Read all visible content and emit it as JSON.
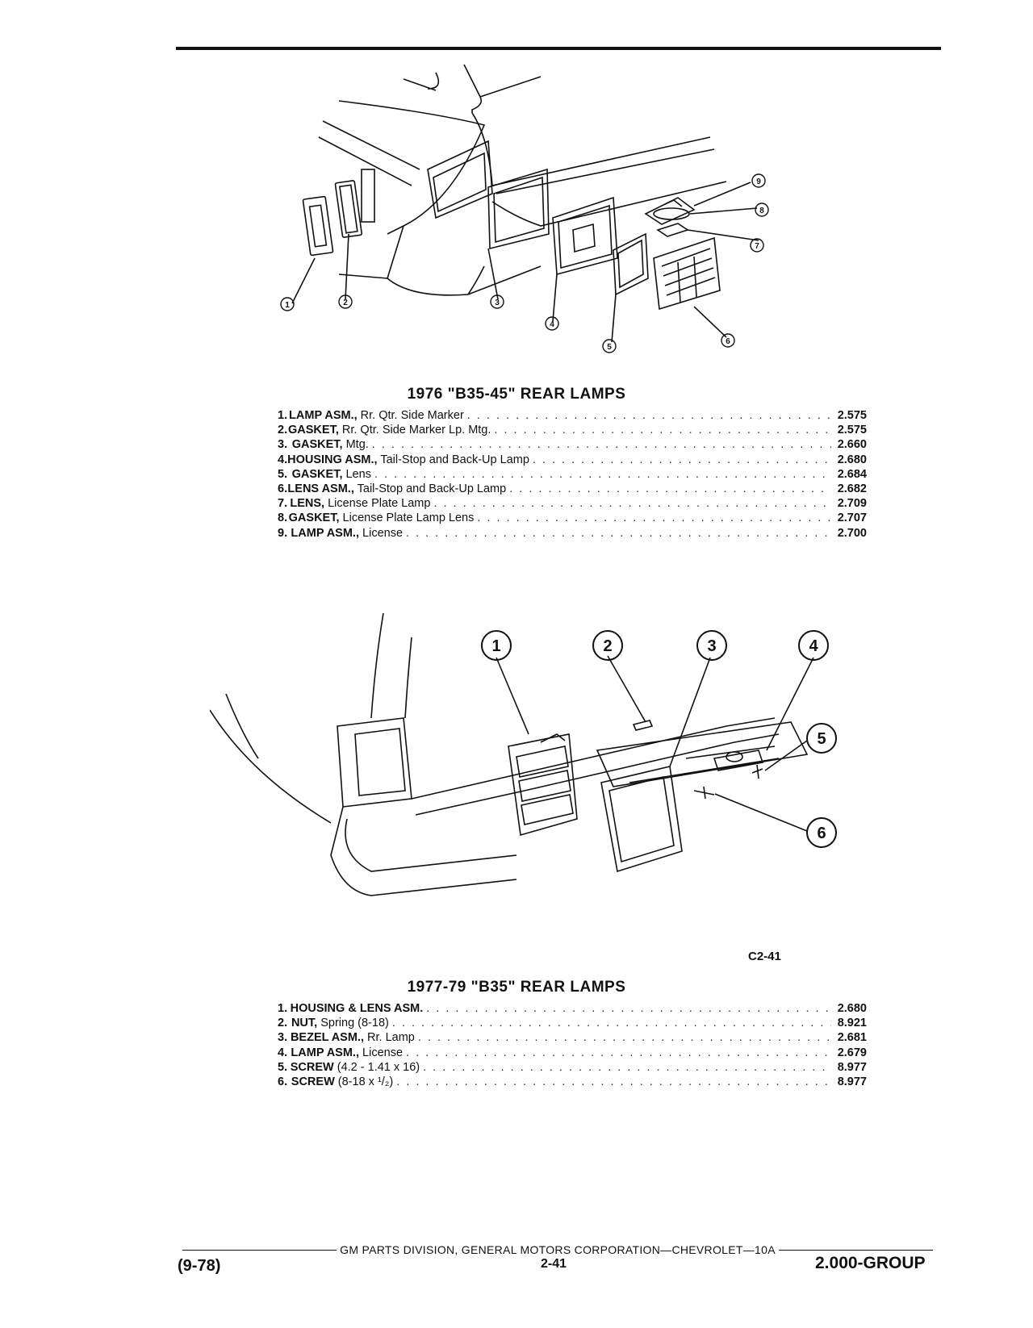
{
  "section1": {
    "title": "1976 \"B35-45\" REAR LAMPS",
    "callouts": [
      "1",
      "2",
      "3",
      "4",
      "5",
      "6",
      "7",
      "8",
      "9"
    ],
    "parts": [
      {
        "num": "1.",
        "name": "LAMP ASM.,",
        "desc": " Rr. Qtr. Side Marker",
        "code": "2.575"
      },
      {
        "num": "2.",
        "name": "GASKET,",
        "desc": " Rr. Qtr. Side Marker Lp. Mtg.",
        "code": "2.575"
      },
      {
        "num": "3.",
        "name": "GASKET,",
        "desc": " Mtg.",
        "code": "2.660"
      },
      {
        "num": "4.",
        "name": "HOUSING ASM.,",
        "desc": " Tail-Stop and Back-Up Lamp",
        "code": "2.680"
      },
      {
        "num": "5.",
        "name": "GASKET,",
        "desc": " Lens",
        "code": "2.684"
      },
      {
        "num": "6.",
        "name": "LENS ASM.,",
        "desc": " Tail-Stop and Back-Up Lamp",
        "code": "2.682"
      },
      {
        "num": "7.",
        "name": "LENS,",
        "desc": " License Plate Lamp",
        "code": "2.709"
      },
      {
        "num": "8.",
        "name": "GASKET,",
        "desc": " License Plate Lamp Lens",
        "code": "2.707"
      },
      {
        "num": "9.",
        "name": "LAMP ASM.,",
        "desc": " License",
        "code": "2.700"
      }
    ]
  },
  "section2": {
    "title": "1977-79 \"B35\" REAR LAMPS",
    "figure_code": "C2-41",
    "callouts": [
      "1",
      "2",
      "3",
      "4",
      "5",
      "6"
    ],
    "parts": [
      {
        "num": "1.",
        "name": "HOUSING & LENS ASM.",
        "desc": "",
        "code": "2.680"
      },
      {
        "num": "2.",
        "name": "NUT,",
        "desc": " Spring (8-18)",
        "code": "8.921"
      },
      {
        "num": "3.",
        "name": "BEZEL ASM.,",
        "desc": " Rr. Lamp",
        "code": "2.681"
      },
      {
        "num": "4.",
        "name": "LAMP ASM.,",
        "desc": " License",
        "code": "2.679"
      },
      {
        "num": "5.",
        "name": "SCREW",
        "desc": " (4.2 - 1.41 x 16)",
        "code": "8.977"
      },
      {
        "num": "6.",
        "name": "SCREW",
        "desc": " (8-18 x ¹/₂)",
        "code": "8.977"
      }
    ]
  },
  "footer": {
    "publisher": "GM PARTS DIVISION, GENERAL MOTORS CORPORATION—CHEVROLET—10A",
    "date": "(9-78)",
    "page": "2-41",
    "group": "2.000-GROUP"
  }
}
